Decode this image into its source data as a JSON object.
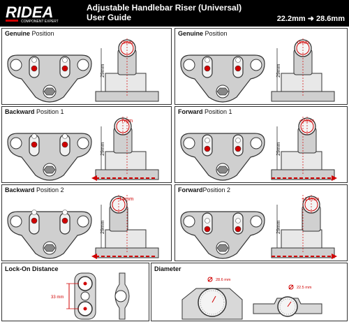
{
  "header": {
    "logo_text": "RIDEA",
    "logo_tagline": "COMPONENT EXPERT",
    "title_line1": "Adjustable Handlebar Riser  (Universal)",
    "title_line2": "User Guide",
    "range_from": "22.2mm",
    "range_to": "28.6mm"
  },
  "panels": [
    {
      "id": "genuine-left",
      "title_bold": "Genuine",
      "title_rest": " Position",
      "offset": "0mm",
      "height_label": "29mm",
      "arrow": "none"
    },
    {
      "id": "genuine-right",
      "title_bold": "Genuine",
      "title_rest": " Position",
      "offset": "0mm",
      "height_label": "29mm",
      "arrow": "none"
    },
    {
      "id": "backward-1",
      "title_bold": "Backward",
      "title_rest": " Position 1",
      "offset": "-7mm",
      "height_label": "29mm",
      "arrow": "left"
    },
    {
      "id": "forward-1",
      "title_bold": "Forward",
      "title_rest": " Position 1",
      "offset": "+7mm",
      "height_label": "29mm",
      "arrow": "right"
    },
    {
      "id": "backward-2",
      "title_bold": "Backward",
      "title_rest": " Position 2",
      "offset": "-14mm",
      "height_label": "29mm",
      "arrow": "left"
    },
    {
      "id": "forward-2",
      "title_bold": "Forward",
      "title_rest": "Position 2",
      "offset": "+14mm",
      "height_label": "29mm",
      "arrow": "right"
    }
  ],
  "lockon": {
    "title": "Lock-On Distance",
    "distance": "33 mm"
  },
  "diameter": {
    "title": "Diameter",
    "large": "28.6 mm",
    "small": "22.5 mm"
  },
  "colors": {
    "accent": "#d00000",
    "header_bg": "#000000"
  }
}
